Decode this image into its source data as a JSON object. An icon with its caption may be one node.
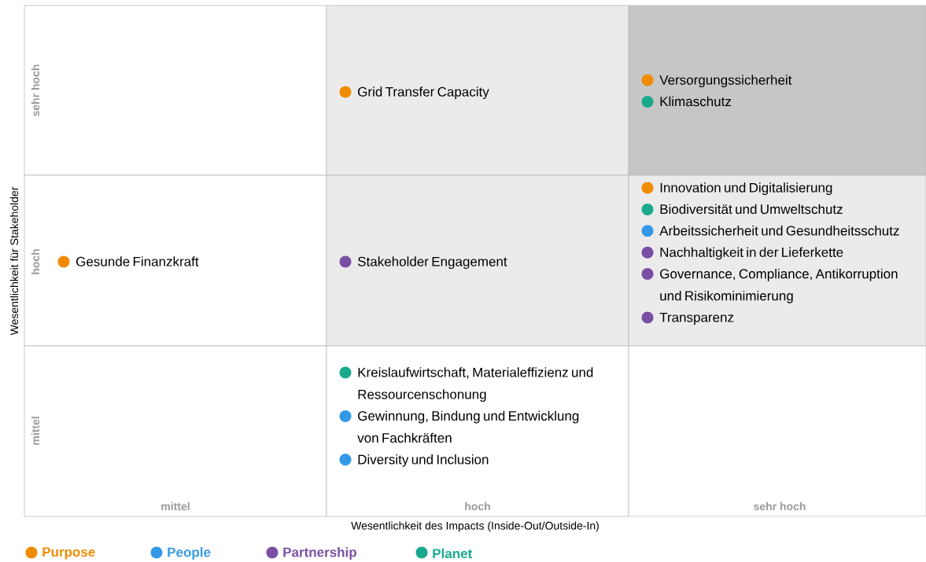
{
  "diagram": {
    "nodes": [
      {
        "text": [],
        "shape": "box"
      },
      {
        "text": [
          "Grid Transfer Capacity"
        ]
      },
      {
        "text": [
          "Versorgungssicherheit",
          "Klimaschutz"
        ]
      },
      {
        "text": [
          "Gesunde Finanzkraft"
        ]
      },
      {
        "text": [
          "Stakeholder Engagement"
        ]
      },
      {
        "text": [
          "Innovation und Digitalisierung",
          "Biodiversität und Umweltschutz",
          "Arbeitssicherheit und Gesundheitsschutz",
          "Nachhaltigkeit in der Lieferkette",
          "Governance, Compliance, Antikorruption und Risikominimierung",
          "Transparenz"
        ]
      },
      {
        "text": [],
        "shape": "box"
      },
      {
        "text": [
          "Kreislaufwirtschaft, Materialeffizienz und Ressourcenschonung",
          "Gewinnung, Bindung und Entwicklung von Fachkräften",
          "Diversity und Inclusion"
        ]
      },
      {
        "text": [],
        "shape": "box"
      }
    ],
    "labels": [
      "Wesentlichkeit für Stakeholder",
      "sehr hoch",
      "hoch",
      "mittel",
      "mittel",
      "hoch",
      "sehr hoch",
      "Wesentlichkeit des Impacts (Inside-Out/Outside-In)"
    ],
    "legend": [
      {
        "text": "Purpose",
        "color": "#f08a00"
      },
      {
        "text": "People",
        "color": "#3399e6"
      },
      {
        "text": "Partnership",
        "color": "#7a4ea3"
      },
      {
        "text": "Planet",
        "color": "#1aa98d"
      }
    ]
  }
}
